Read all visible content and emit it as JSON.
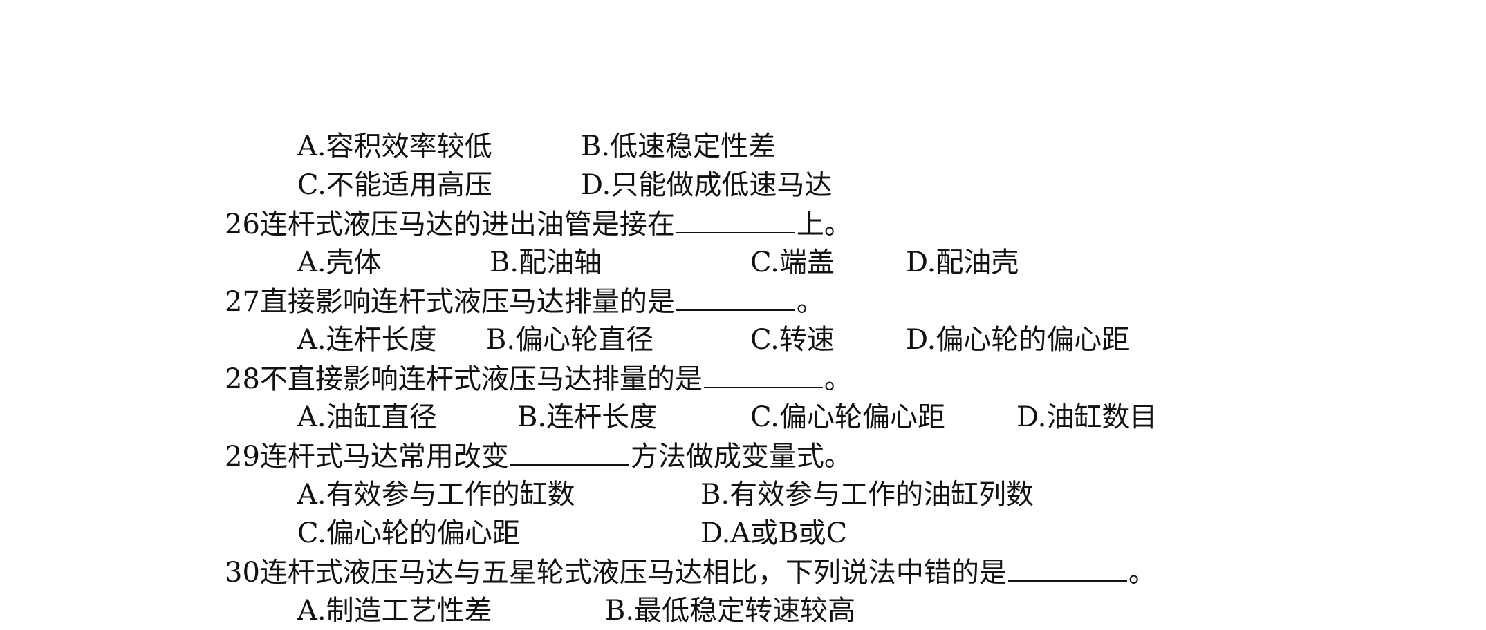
{
  "questions": {
    "q25_options": {
      "a": "A.容积效率较低",
      "b": "B.低速稳定性差",
      "c": "C.不能适用高压",
      "d": "D.只能做成低速马达"
    },
    "q26": {
      "stem_before": "26连杆式液压马达的进出油管是接在",
      "stem_after": "上。",
      "a": "A.壳体",
      "b": "B.配油轴",
      "c": "C.端盖",
      "d": "D.配油壳"
    },
    "q27": {
      "stem_before": "27直接影响连杆式液压马达排量的是",
      "stem_after": "。",
      "a": "A.连杆长度",
      "b": "B.偏心轮直径",
      "c": "C.转速",
      "d": "D.偏心轮的偏心距"
    },
    "q28": {
      "stem_before": "28不直接影响连杆式液压马达排量的是",
      "stem_after": "。",
      "a": "A.油缸直径",
      "b": "B.连杆长度",
      "c": "C.偏心轮偏心距",
      "d": "D.油缸数目"
    },
    "q29": {
      "stem_before": "29连杆式马达常用改变",
      "stem_after": "方法做成变量式。",
      "a": "A.有效参与工作的缸数",
      "b": "B.有效参与工作的油缸列数",
      "c": "C.偏心轮的偏心距",
      "d": "D.A或B或C"
    },
    "q30": {
      "stem_before": "30连杆式液压马达与五星轮式液压马达相比，下列说法中错的是",
      "stem_after": "。",
      "a": "A.制造工艺性差",
      "b": "B.最低稳定转速较高"
    }
  }
}
